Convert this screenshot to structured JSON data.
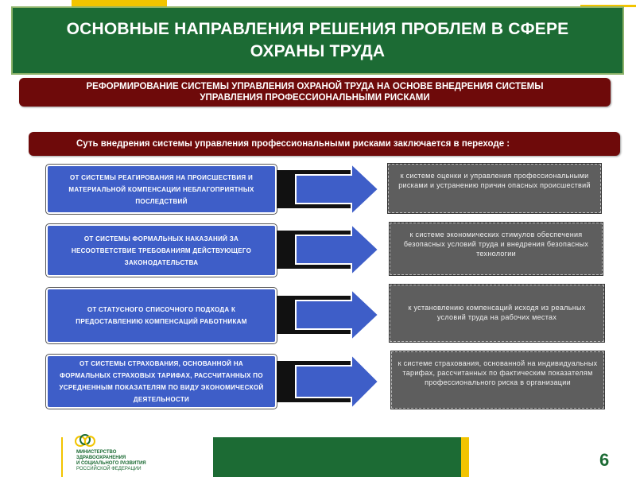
{
  "header": {
    "title_line1": "ОСНОВНЫЕ НАПРАВЛЕНИЯ РЕШЕНИЯ ПРОБЛЕМ В СФЕРЕ",
    "title_line2": "ОХРАНЫ ТРУДА"
  },
  "subtitle": {
    "line1": "РЕФОРМИРОВАНИЕ СИСТЕМЫ УПРАВЛЕНИЯ ОХРАНОЙ ТРУДА НА ОСНОВЕ ВНЕДРЕНИЯ СИСТЕМЫ",
    "line2": "УПРАВЛЕНИЯ ПРОФЕССИОНАЛЬНЫМИ РИСКАМИ"
  },
  "essence": "Суть внедрения системы управления профессиональными рисками заключается в переходе    :",
  "rows": [
    {
      "from": "ОТ СИСТЕМЫ РЕАГИРОВАНИЯ НА ПРОИСШЕСТВИЯ И МАТЕРИАЛЬНОЙ КОМПЕНСАЦИИ НЕБЛАГОПРИЯТНЫХ ПОСЛЕДСТВИЙ",
      "to": "к системе оценки и управления профессиональными рисками и устранению причин опасных происшествий"
    },
    {
      "from": "ОТ СИСТЕМЫ ФОРМАЛЬНЫХ НАКАЗАНИЙ ЗА НЕСООТВЕТСТВИЕ ТРЕБОВАНИЯМ ДЕЙСТВУЮЩЕГО ЗАКОНОДАТЕЛЬСТВА",
      "to": "к системе  экономических стимулов обеспечения безопасных условий труда и внедрения  безопасных технологии"
    },
    {
      "from": "ОТ СТАТУСНОГО СПИСОЧНОГО ПОДХОДА К ПРЕДОСТАВЛЕНИЮ КОМПЕНСАЦИЙ РАБОТНИКАМ",
      "to": "к установлению компенсаций исходя из реальных условий труда на рабочих местах"
    },
    {
      "from": "ОТ СИСТЕМЫ СТРАХОВАНИЯ, ОСНОВАННОЙ НА ФОРМАЛЬНЫХ СТРАХОВЫХ ТАРИФАХ, РАССЧИТАННЫХ ПО УСРЕДНЕННЫМ ПОКАЗАТЕЛЯМ ПО ВИДУ ЭКОНОМИЧЕСКОЙ ДЕЯТЕЛЬНОСТИ",
      "to": "к системе страхования, основанной на индивидуальных тарифах, рассчитанных по фактическим показателям профессионального риска в организации"
    }
  ],
  "footer": {
    "ministry_line1": "МИНИСТЕРСТВО",
    "ministry_line2": "ЗДРАВООХРАНЕНИЯ",
    "ministry_line3": "И СОЦИАЛЬНОГО РАЗВИТИЯ",
    "ministry_line4": "РОССИЙСКОЙ ФЕДЕРАЦИИ",
    "page_number": "6"
  },
  "colors": {
    "green": "#1c6b34",
    "gold": "#f2c400",
    "maroon": "#6e0a0a",
    "blue": "#3e5ec8",
    "gray": "#5e5e5e"
  }
}
